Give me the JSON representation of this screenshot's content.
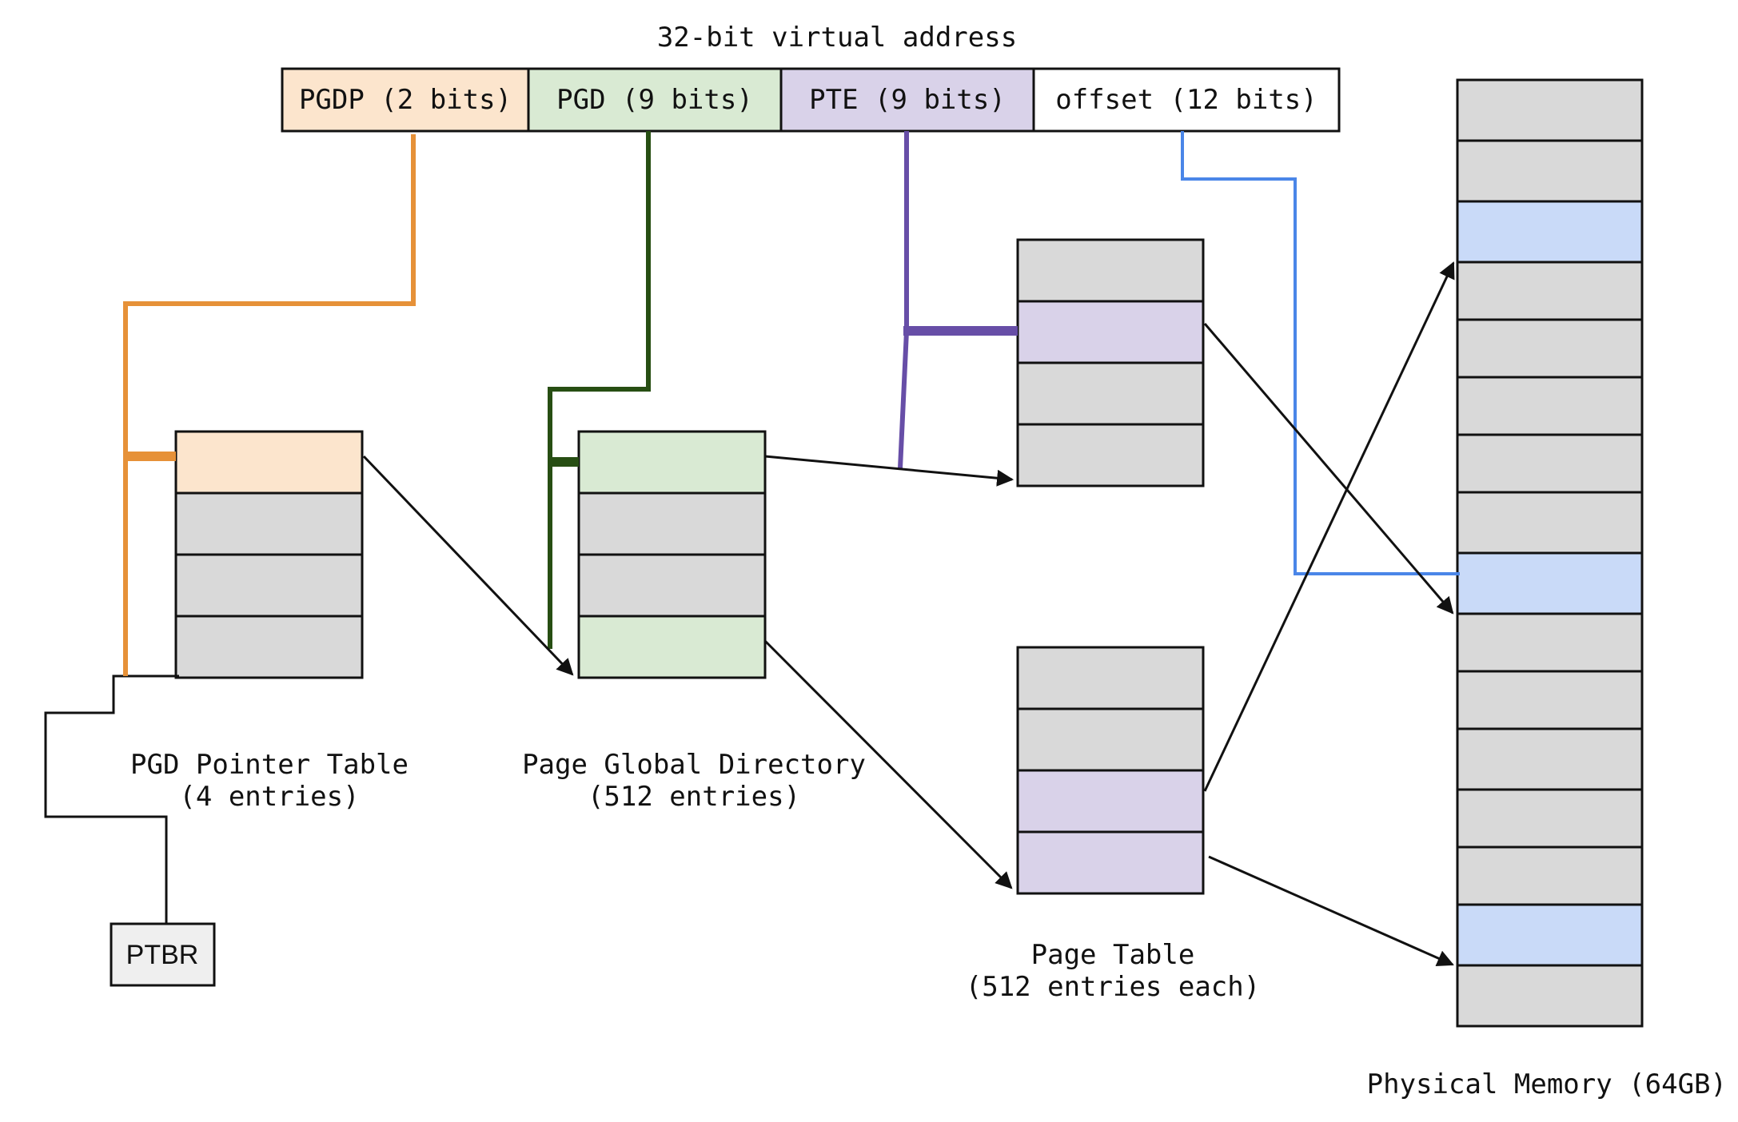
{
  "title": "32-bit virtual address",
  "address_fields": [
    {
      "label": "PGDP (2 bits)",
      "color": "#fce5cd"
    },
    {
      "label": "PGD (9 bits)",
      "color": "#d9ead3"
    },
    {
      "label": "PTE (9 bits)",
      "color": "#d9d2e9"
    },
    {
      "label": "offset (12 bits)",
      "color": "#ffffff"
    }
  ],
  "pgd_pointer_table": {
    "label_line1": "PGD Pointer Table",
    "label_line2": "(4 entries)"
  },
  "page_global_directory": {
    "label_line1": "Page Global Directory",
    "label_line2": "(512 entries)"
  },
  "page_table": {
    "label_line1": "Page Table",
    "label_line2": "(512 entries each)"
  },
  "physical_memory": {
    "label": "Physical Memory (64GB)"
  },
  "ptbr": {
    "label": "PTBR"
  },
  "colors": {
    "pgdp": "#e69138",
    "pgd": "#274e13",
    "pte": "#674ea7",
    "offset": "#4a86e8",
    "cell_empty": "#d9d9d9",
    "memory_highlight": "#c9daf8",
    "ptbr_fill": "#efefef"
  }
}
